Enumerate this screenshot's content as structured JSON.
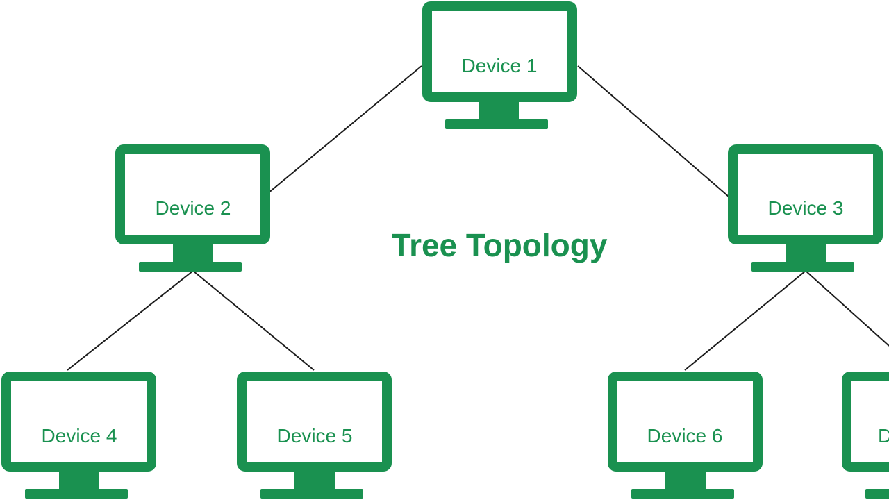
{
  "title": "Tree Topology",
  "colors": {
    "accent": "#1a9150",
    "connector": "#1c1c1c",
    "background": "#ffffff"
  },
  "devices": [
    {
      "id": "d1",
      "label": "Device 1"
    },
    {
      "id": "d2",
      "label": "Device 2"
    },
    {
      "id": "d3",
      "label": "Device 3"
    },
    {
      "id": "d4",
      "label": "Device 4"
    },
    {
      "id": "d5",
      "label": "Device 5"
    },
    {
      "id": "d6",
      "label": "Device 6"
    },
    {
      "id": "d7",
      "label": "D"
    }
  ],
  "links": [
    {
      "from": "d1",
      "to": "d2"
    },
    {
      "from": "d1",
      "to": "d3"
    },
    {
      "from": "d2",
      "to": "d4"
    },
    {
      "from": "d2",
      "to": "d5"
    },
    {
      "from": "d3",
      "to": "d6"
    },
    {
      "from": "d3",
      "to": "d7"
    }
  ],
  "icons": {
    "device": "monitor-icon"
  }
}
